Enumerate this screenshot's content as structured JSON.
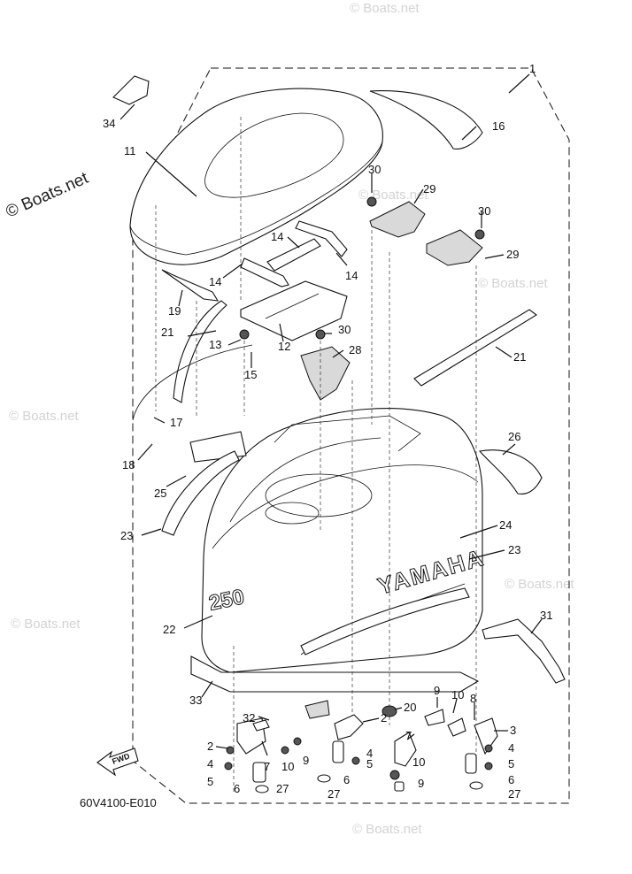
{
  "watermark": {
    "main": "© Boats.net",
    "faint": "© Boats.net"
  },
  "figure_code": "60V4100-E010",
  "fwd_label": "FWD",
  "brand": "YAMAHA",
  "model_badge": "250",
  "callouts": {
    "c1": "1",
    "c16": "16",
    "c34": "34",
    "c11": "11",
    "c30a": "30",
    "c29a": "29",
    "c30b": "30",
    "c29b": "29",
    "c14a": "14",
    "c14b": "14",
    "c14c": "14",
    "c19": "19",
    "c21a": "21",
    "c13": "13",
    "c15": "15",
    "c12": "12",
    "c30c": "30",
    "c28": "28",
    "c21b": "21",
    "c17": "17",
    "c18": "18",
    "c26": "26",
    "c25": "25",
    "c23a": "23",
    "c24": "24",
    "c23b": "23",
    "c22": "22",
    "c31": "31",
    "c33": "33",
    "c20": "20",
    "c9a": "9",
    "c10a": "10",
    "c8": "8",
    "c32": "32",
    "c2a": "2",
    "c2b": "2",
    "c3": "3",
    "c4a": "4",
    "c4b": "4",
    "c4c": "4",
    "c5a": "5",
    "c5b": "5",
    "c5c": "5",
    "c6a": "6",
    "c6b": "6",
    "c6c": "6",
    "c7a": "7",
    "c7b": "7",
    "c9b": "9",
    "c9c": "9",
    "c10b": "10",
    "c10c": "10",
    "c27a": "27",
    "c27b": "27",
    "c27c": "27"
  }
}
